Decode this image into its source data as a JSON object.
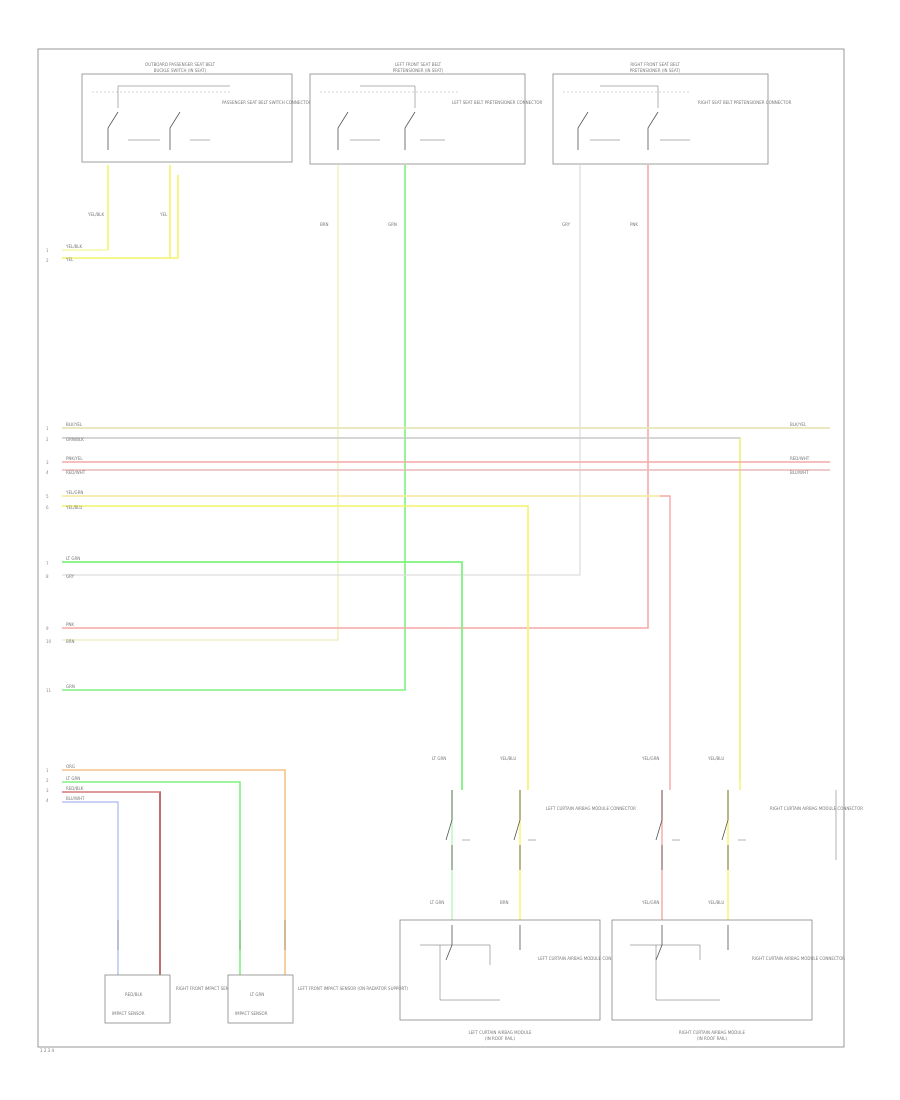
{
  "colors": {
    "yellow": "#f4f46a",
    "yellow_light": "#f7f7a8",
    "green": "#7ef27e",
    "green_light": "#b9f5b9",
    "red_light": "#f6a9a9",
    "orange": "#f5c48a",
    "pale_yellow": "#f1f1c5",
    "grey": "#c8c8c8",
    "dark_red": "#b24a4a",
    "blue": "#a7b7ee"
  },
  "diagram": {
    "page_code": "1 2 3 4",
    "top_modules": [
      {
        "title_line1": "OUTBOARD PASSENGER SEAT BELT",
        "title_line2": "BUCKLE SWITCH (IN SEAT)",
        "desc": "PASSENGER SEAT BELT SWITCH CONNECTOR"
      },
      {
        "title_line1": "LEFT FRONT SEAT BELT",
        "title_line2": "PRETENSIONER (IN SEAT)",
        "desc": "LEFT SEAT BELT PRETENSIONER CONNECTOR"
      },
      {
        "title_line1": "RIGHT FRONT SEAT BELT",
        "title_line2": "PRETENSIONER (IN SEAT)",
        "desc": "RIGHT SEAT BELT PRETENSIONER CONNECTOR"
      }
    ],
    "bottom_modules": [
      {
        "title_line1": "LEFT CURTAIN AIRBAG MODULE",
        "title_line2": "(IN ROOF RAIL)",
        "desc": "LEFT CURTAIN AIRBAG MODULE CONNECTOR"
      },
      {
        "title_line1": "RIGHT CURTAIN AIRBAG MODULE",
        "title_line2": "(IN ROOF RAIL)",
        "desc": "RIGHT CURTAIN AIRBAG MODULE CONNECTOR"
      }
    ],
    "sensors": [
      {
        "label": "RIGHT FRONT IMPACT SENSOR (ON RADIATOR SUPPORT)",
        "inner": "IMPACT SENSOR"
      },
      {
        "label": "LEFT FRONT IMPACT SENSOR (ON RADIATOR SUPPORT)",
        "inner": "IMPACT SENSOR"
      }
    ],
    "wire_labels": {
      "w1": "YEL/BLK",
      "w2": "YEL",
      "w3": "BRN",
      "w4": "GRN",
      "w5": "GRY",
      "w6": "PNK",
      "bus1": "BLK/YEL",
      "bus2": "GRN/BLK",
      "bus3": "PNK/YEL",
      "bus4": "RED/WHT",
      "bus5": "YEL/GRN",
      "bus6": "YEL/BLU",
      "bus7": "LT GRN",
      "bus8": "GRY",
      "bus9": "PNK",
      "bus10": "BRN",
      "bus11": "GRN",
      "s1": "ORG",
      "s2": "LT GRN",
      "s3": "RED/BLK",
      "s4": "BLU/WHT",
      "right1": "BLK/YEL",
      "right2": "RED/WHT",
      "right3": "BLU/WHT"
    }
  }
}
